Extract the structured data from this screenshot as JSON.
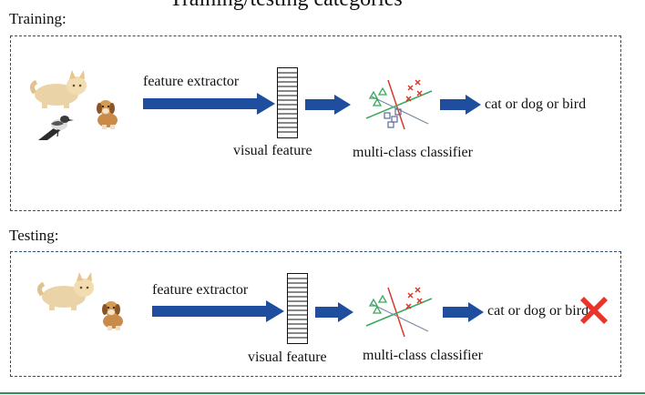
{
  "title": "Training/testing categories",
  "training": {
    "label": "Training:",
    "extractor_label": "feature extractor",
    "visual_feature_label": "visual feature",
    "classifier_label": "multi-class classifier",
    "output_label": "cat or dog or bird"
  },
  "testing": {
    "label": "Testing:",
    "extractor_label": "feature extractor",
    "visual_feature_label": "visual feature",
    "classifier_label": "multi-class classifier",
    "output_label": "cat or dog or bird"
  },
  "colors": {
    "arrow": "#1f4e9e",
    "dashed_border": "#2e4d7a",
    "triangle_mark": "#3aa85a",
    "cross_mark": "#d63a2a",
    "square_mark": "#5a6b9a",
    "reject_x": "#e8342a",
    "bottom_rule": "#3a8a5a"
  },
  "icons": [
    "cat-image",
    "dog-image",
    "bird-image",
    "feature-vector-icon",
    "classifier-plot-icon",
    "reject-x-icon"
  ]
}
